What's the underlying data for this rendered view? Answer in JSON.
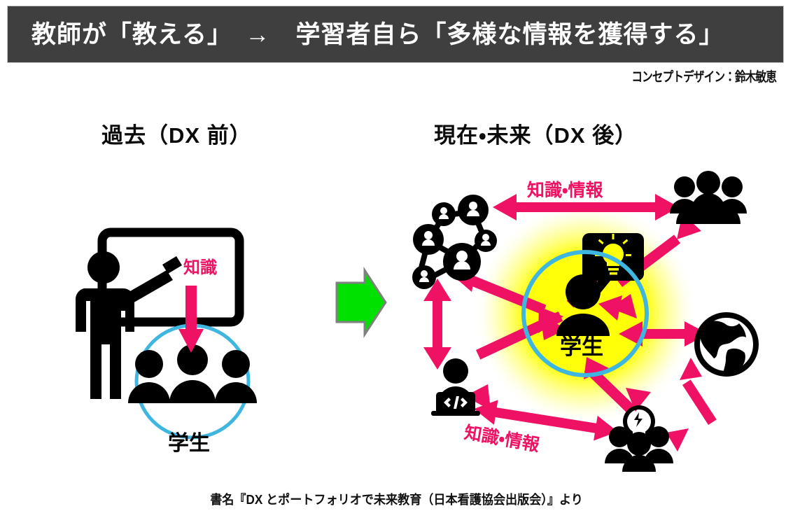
{
  "header": {
    "title": "教師が「教える」　→　学習者自ら「多様な情報を獲得する」",
    "credit": "コンセプトデザイン：鈴木敏恵",
    "background_color": "#3f3f3f",
    "text_color": "#ffffff"
  },
  "panels": {
    "past": {
      "heading": "過去（DX 前）",
      "knowledge_label": "知識",
      "students_label": "学生",
      "icons": [
        "teacher-pointer-icon",
        "whiteboard-icon",
        "student-group-icon"
      ]
    },
    "future": {
      "heading": "現在・未来（DX 後）",
      "center_label": "学生",
      "flow_label_top": "知識・情報",
      "flow_label_bottom": "知識・情報",
      "surrounding_icons": [
        {
          "name": "social-network-icon",
          "position": "upper-left"
        },
        {
          "name": "people-group-icon",
          "position": "upper-right"
        },
        {
          "name": "idea-speech-bubble-icon",
          "position": "top-center-right"
        },
        {
          "name": "globe-icon",
          "position": "right"
        },
        {
          "name": "team-idea-icon",
          "position": "lower-right"
        },
        {
          "name": "coder-laptop-icon",
          "position": "lower-left"
        }
      ]
    }
  },
  "transition_arrow": {
    "name": "green-right-arrow",
    "fill": "#00e100",
    "stroke": "#808080"
  },
  "footer": {
    "note": "書名『DX とポートフォリオで未来教育（日本看護協会出版会）』より"
  },
  "colors": {
    "accent_pink": "#ef1163",
    "circle_blue": "#3fb6e0",
    "glow_yellow": "#ffff00",
    "icon_black": "#000000",
    "header_gray": "#3f3f3f"
  }
}
